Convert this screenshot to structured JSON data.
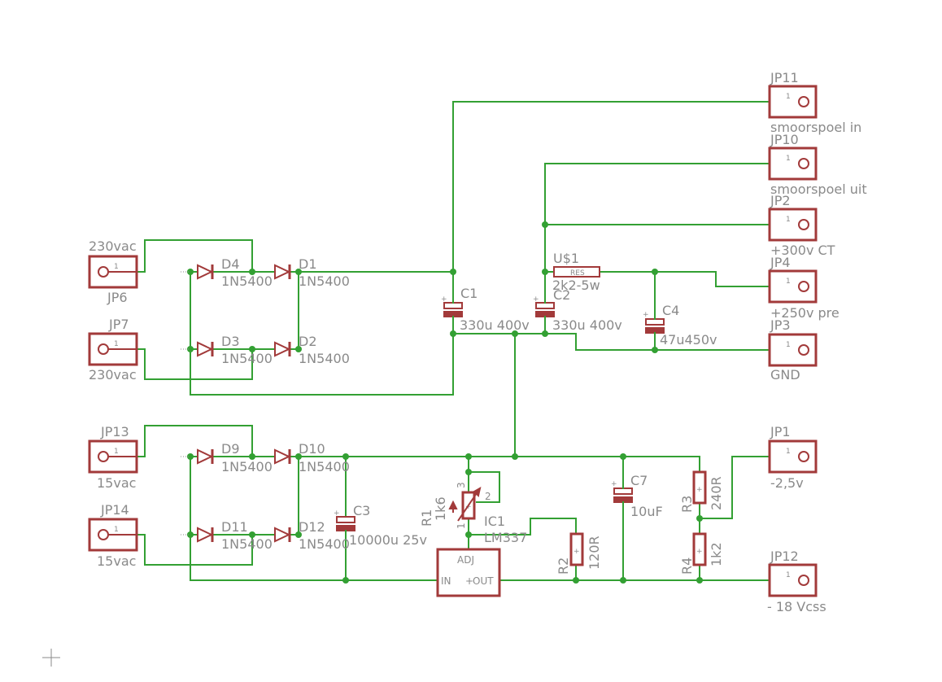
{
  "connectors": [
    {
      "ref": "JP11",
      "pin": "1",
      "label": "smoorspoel in"
    },
    {
      "ref": "JP10",
      "pin": "1",
      "label": "smoorspoel uit"
    },
    {
      "ref": "JP2",
      "pin": "1",
      "label": "+300v CT"
    },
    {
      "ref": "JP4",
      "pin": "1",
      "label": "+250v pre"
    },
    {
      "ref": "JP3",
      "pin": "1",
      "label": "GND"
    },
    {
      "ref": "JP1",
      "pin": "1",
      "label": "-2,5v"
    },
    {
      "ref": "JP12",
      "pin": "1",
      "label": "- 18 Vcss"
    },
    {
      "ref": "JP6",
      "pin": "1",
      "label": "230vac"
    },
    {
      "ref": "JP7",
      "pin": "1",
      "label": "230vac"
    },
    {
      "ref": "JP13",
      "pin": "1",
      "label": "15vac"
    },
    {
      "ref": "JP14",
      "pin": "1",
      "label": "15vac"
    }
  ],
  "diodes": [
    {
      "ref": "D4",
      "value": "1N5400"
    },
    {
      "ref": "D1",
      "value": "1N5400"
    },
    {
      "ref": "D3",
      "value": "1N5400"
    },
    {
      "ref": "D2",
      "value": "1N5400"
    },
    {
      "ref": "D9",
      "value": "1N5400"
    },
    {
      "ref": "D10",
      "value": "1N5400"
    },
    {
      "ref": "D11",
      "value": "1N5400"
    },
    {
      "ref": "D12",
      "value": "1N5400"
    }
  ],
  "capacitors": [
    {
      "ref": "C1",
      "value": "330u 400v"
    },
    {
      "ref": "C2",
      "value": "330u 400v"
    },
    {
      "ref": "C4",
      "value": "47u450v"
    },
    {
      "ref": "C3",
      "value": "10000u 25v"
    },
    {
      "ref": "C7",
      "value": "10uF"
    }
  ],
  "resistors": [
    {
      "ref": "U$1",
      "value": "2k2-5w",
      "body": "RES"
    },
    {
      "ref": "R2",
      "value": "120R"
    },
    {
      "ref": "R3",
      "value": "240R"
    },
    {
      "ref": "R4",
      "value": "1k2"
    }
  ],
  "pot": {
    "ref": "R1",
    "value": "1k6",
    "pins": [
      "3",
      "2",
      "1"
    ]
  },
  "regulator": {
    "ref": "IC1",
    "value": "LM337",
    "pin_adj": "ADJ",
    "pin_in": "IN",
    "pin_out": "OUT"
  },
  "colors": {
    "wire": "#33a033",
    "part": "#a23a3a",
    "text": "#8a8a8a"
  }
}
